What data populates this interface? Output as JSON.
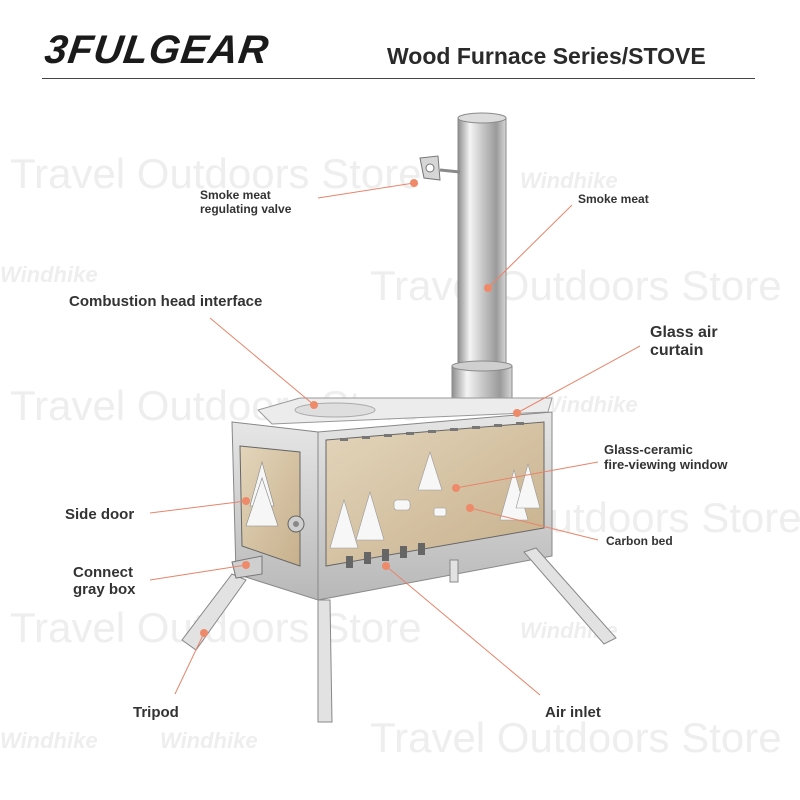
{
  "header": {
    "brand": "3FULGEAR",
    "series_title": "Wood Furnace Series/STOVE"
  },
  "watermarks": {
    "store": "Travel Outdoors Store",
    "brand": "Windhike"
  },
  "callouts": {
    "smoke_valve": [
      "Smoke meat",
      "regulating valve"
    ],
    "smoke_meat": "Smoke meat",
    "combustion_head": "Combustion head interface",
    "glass_air_curtain": [
      "Glass air",
      "curtain"
    ],
    "glass_window": [
      "Glass-ceramic",
      "fire-viewing window"
    ],
    "side_door": "Side door",
    "carbon_bed": "Carbon bed",
    "gray_box": [
      "Connect",
      "gray box"
    ],
    "tripod": "Tripod",
    "air_inlet": "Air inlet"
  },
  "colors": {
    "callout_line": "#e8846a",
    "callout_dot": "#ee8a6a",
    "steel_light": "#e4e4e4",
    "steel_mid": "#bdbdbd",
    "steel_dark": "#8c8c8c",
    "glass_tint": "#d8c7a8"
  }
}
